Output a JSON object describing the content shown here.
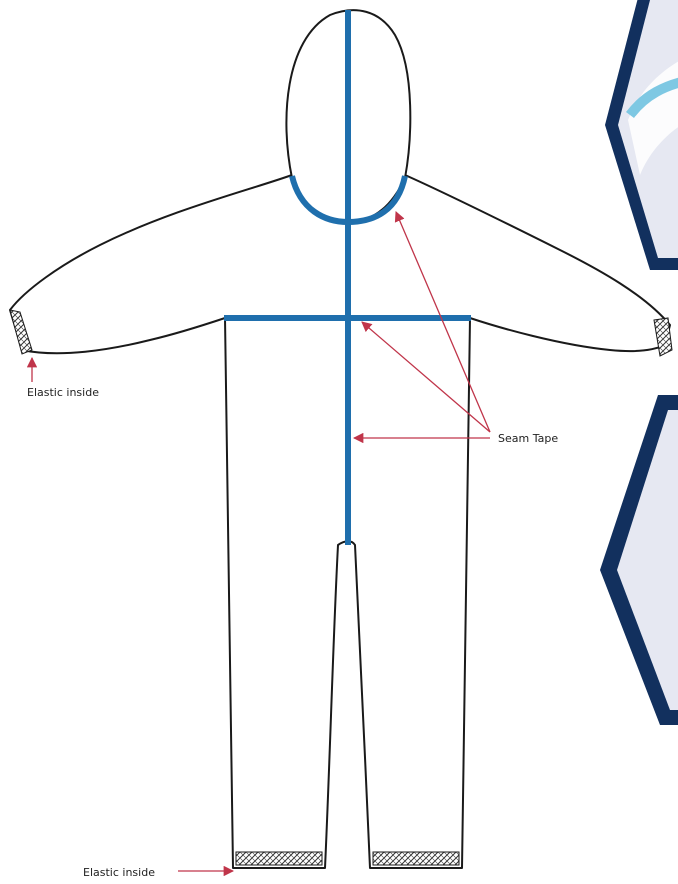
{
  "colors": {
    "outline": "#1a1a1a",
    "seam_tape": "#1f6fad",
    "annotation_arrow": "#c0354a",
    "hex_frame": "#12305e",
    "photo_fill": "#e6e8f2",
    "photo_accent": "#7ec8e3"
  },
  "labels": {
    "elastic_wrist": "Elastic inside",
    "elastic_ankle": "Elastic inside",
    "seam_tape": "Seam Tape"
  },
  "icons": {
    "hex_photo_top": "coverall-photo-icon",
    "hex_photo_bottom": "coverall-photo-icon"
  }
}
